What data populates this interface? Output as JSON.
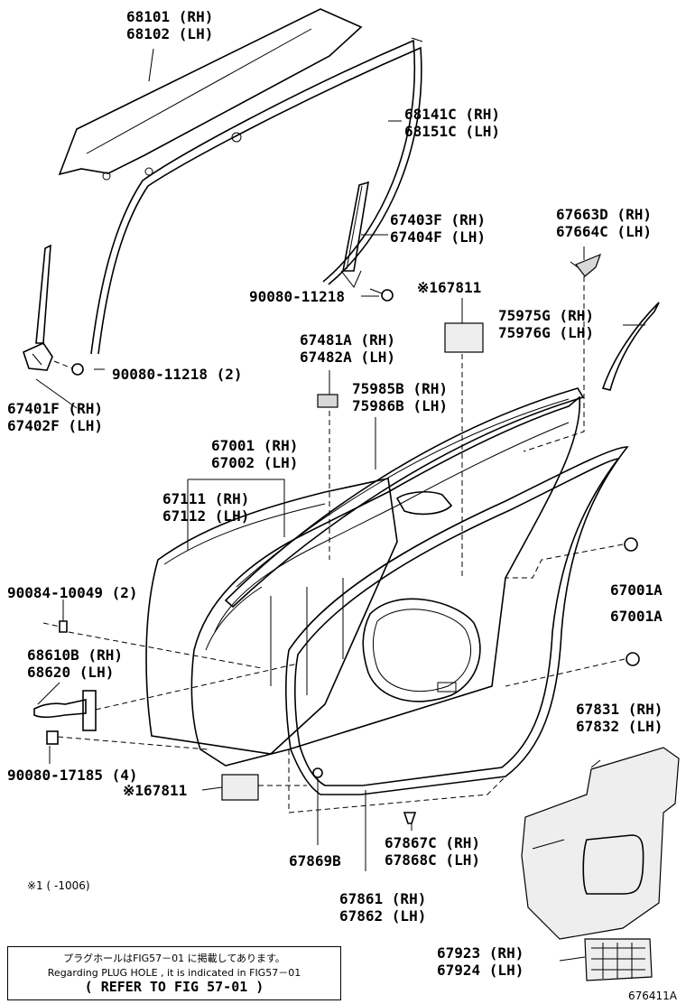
{
  "diagram": {
    "title": "",
    "figure_code": "676411A",
    "parts": {
      "glass": [
        "68101 (RH)",
        "68102 (LH)"
      ],
      "run_channel": [
        "68141C (RH)",
        "68151C (LH)"
      ],
      "rear_sash": [
        "67403F (RH)",
        "67404F (LH)"
      ],
      "bolt_rear_sash": "90080-11218",
      "mirror_cover": [
        "67663D (RH)",
        "67664C (LH)"
      ],
      "plug_top_note": "※1",
      "plug_top": "67811",
      "moulding_rear": [
        "75975G (RH)",
        "75976G (LH)"
      ],
      "pad_small": [
        "67481A (RH)",
        "67482A (LH)"
      ],
      "belt_moulding": [
        "75985B (RH)",
        "75986B (LH)"
      ],
      "door_panel": [
        "67001 (RH)",
        "67002 (LH)"
      ],
      "outer_panel": [
        "67111 (RH)",
        "67112 (LH)"
      ],
      "front_sash": [
        "67401F (RH)",
        "67402F (LH)"
      ],
      "bolt_front_sash": "90080-11218 (2)",
      "bolt_check": "90084-10049 (2)",
      "check_assy": [
        "68610B (RH)",
        "68620 (LH)"
      ],
      "bolt_hinge": "90080-17185 (4)",
      "plug_bottom_note": "※1",
      "plug_bottom": "67811",
      "clip_1": "67001A",
      "clip_2": "67001A",
      "service_hole_cover": [
        "67831 (RH)",
        "67832 (LH)"
      ],
      "clip_weatherstrip": "67869B",
      "weatherstrip_clip_pair": [
        "67867C (RH)",
        "67868C (LH)"
      ],
      "weatherstrip": [
        "67861 (RH)",
        "67862 (LH)"
      ],
      "bracket": [
        "67923 (RH)",
        "67924 (LH)"
      ]
    },
    "footnote": "※1 (      -1006)",
    "note_box": {
      "line1": "プラグホールはFIG57－01 に掲載してあります。",
      "line2": "Regarding  PLUG HOLE , it is indicated in  FIG57－01",
      "line3": "( REFER TO FIG 57-01 )"
    }
  }
}
